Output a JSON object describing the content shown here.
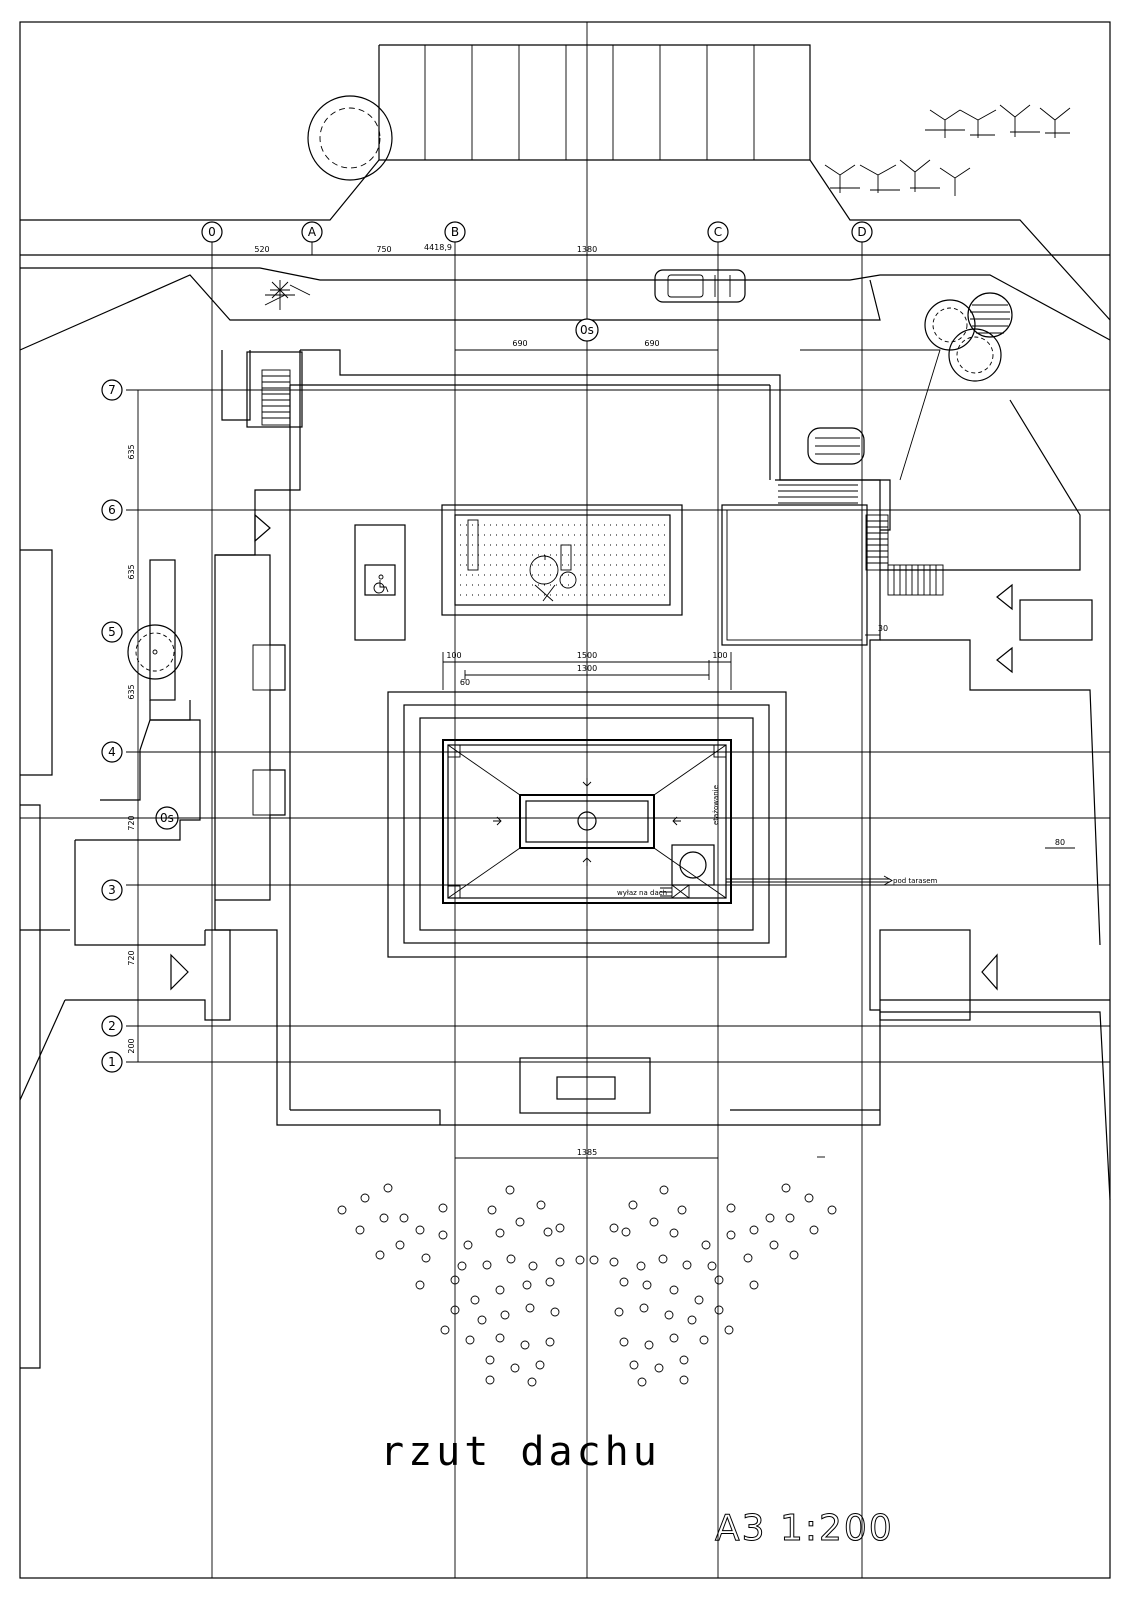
{
  "drawing": {
    "title": "rzut dachu",
    "scale_label": "A3 1:200"
  },
  "axes_columns": [
    {
      "label": "0"
    },
    {
      "label": "A"
    },
    {
      "label": "B"
    },
    {
      "label": "C"
    },
    {
      "label": "D"
    }
  ],
  "axes_rows": [
    {
      "label": "7"
    },
    {
      "label": "6"
    },
    {
      "label": "5"
    },
    {
      "label": "4"
    },
    {
      "label": "3"
    },
    {
      "label": "2"
    },
    {
      "label": "1"
    }
  ],
  "symmetry_markers": [
    {
      "label": "0s"
    },
    {
      "label": "0s"
    }
  ],
  "dimensions": {
    "top_520": "520",
    "top_750": "750",
    "top_4418": "4418,9",
    "top_1380": "1380",
    "half_left_690": "690",
    "half_right_690": "690",
    "pit_100_left": "100",
    "pit_1500": "1500",
    "pit_100_right": "100",
    "pit_60": "60",
    "pit_1300": "1300",
    "side_30": "30",
    "side_80": "80",
    "vert_635_a": "635",
    "vert_635_b": "635",
    "vert_635_c": "635",
    "vert_720_a": "720",
    "vert_720_b": "720",
    "vert_200": "200",
    "bottom_1385": "1385"
  },
  "notes": {
    "etazowanie": "etażowanie",
    "wylaz": "wyłaz na dach",
    "pod_tarasem": "pod tarasem"
  }
}
